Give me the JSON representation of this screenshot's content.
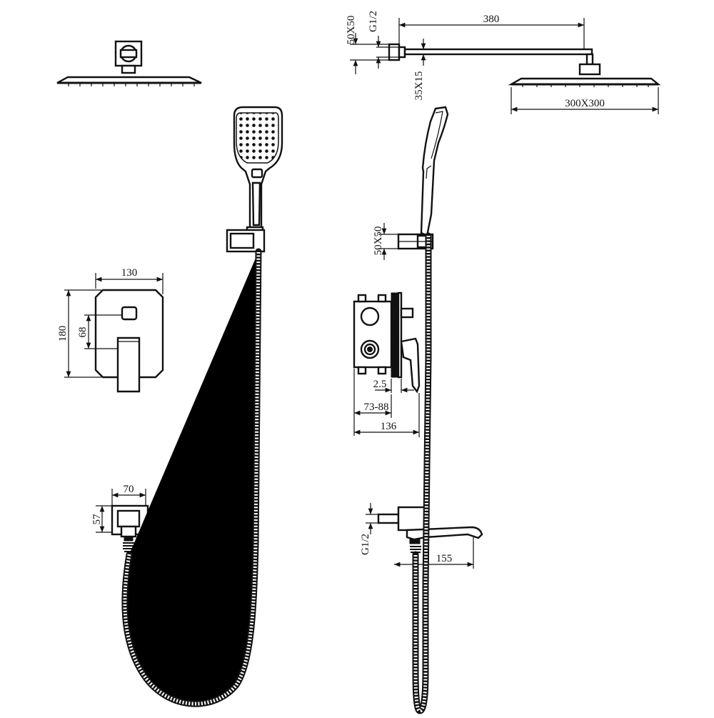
{
  "dimensions": {
    "top_mount_size": "50X50",
    "top_thread": "G1/2",
    "arm_length": "380",
    "arm_offset": "35X15",
    "head_size": "300X300",
    "holder_size": "50X50",
    "valve_width": "130",
    "valve_height": "180",
    "handle_offset": "68",
    "plate_thickness": "2.5",
    "install_depth": "73-88",
    "total_depth": "136",
    "outlet_width": "70",
    "outlet_height": "57",
    "spout_thread": "G1/2",
    "spout_length": "155"
  },
  "colors": {
    "line": "#111111",
    "background": "#ffffff"
  }
}
